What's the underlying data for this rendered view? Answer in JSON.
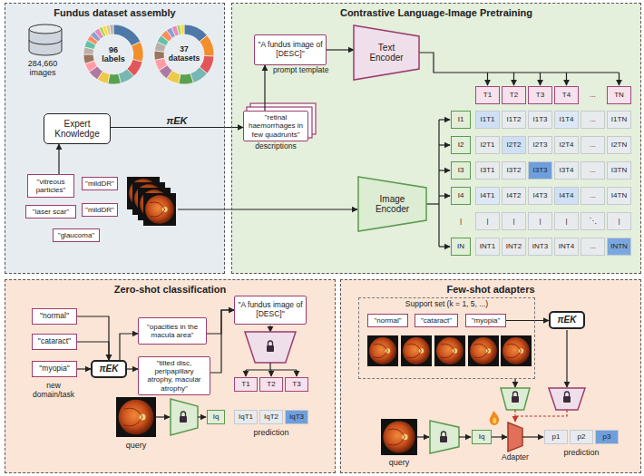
{
  "diagram": {
    "nodes": [
      {
        "text": [
          "Fundus dataset assembly"
        ]
      },
      {
        "text": [
          "Expert Knowledge"
        ],
        "in": 0
      },
      {
        "text": [
          "\"vitreous particles\""
        ],
        "in": 0
      },
      {
        "text": [
          "\"mildDR\""
        ],
        "in": 0
      },
      {
        "text": [
          "\"laser scar\""
        ],
        "in": 0
      },
      {
        "text": [
          "\"mildDR\""
        ],
        "in": 0
      },
      {
        "text": [
          "\"glaucoma\""
        ],
        "in": 0
      },
      {
        "text": [
          "Contrastive Language-Image Pretraining"
        ]
      },
      {
        "text": [
          "\"A fundus image of [DESC]\"",
          "prompt template"
        ],
        "in": 7
      },
      {
        "text": [
          "\"retinal haemorrhages in few quadrunts\"",
          "descriptions"
        ],
        "in": 7
      },
      {
        "text": [
          "Text Encoder"
        ],
        "in": 7
      },
      {
        "text": [
          "Image Encoder"
        ],
        "in": 7
      },
      {
        "text": [
          "Zero-shot classification"
        ]
      },
      {
        "text": [
          "\"normal\""
        ],
        "in": 12
      },
      {
        "text": [
          "\"cataract\""
        ],
        "in": 12
      },
      {
        "text": [
          "\"myopia\""
        ],
        "in": 12
      },
      {
        "text": [
          "πEK"
        ],
        "in": 12
      },
      {
        "text": [
          "\"opacities in the macula area\""
        ],
        "in": 12
      },
      {
        "text": [
          "\"tilted disc, peripapillary atrophy, macular atrophy\""
        ],
        "in": 12
      },
      {
        "text": [
          "\"A fundus image of [DESC]\""
        ],
        "in": 12
      },
      {
        "text": [
          "Few-shot adapters"
        ]
      },
      {
        "text": [
          "Support set (k = 1, 5, ...)"
        ],
        "in": 20
      },
      {
        "text": [
          "\"normal\""
        ],
        "in": 21
      },
      {
        "text": [
          "\"cataract\""
        ],
        "in": 21
      },
      {
        "text": [
          "\"myopia\""
        ],
        "in": 21
      },
      {
        "text": [
          "πEK"
        ],
        "in": 20
      }
    ],
    "edges": [
      {
        "from": 2,
        "to": 1,
        "arrow": "to"
      },
      {
        "from": 1,
        "to": 9,
        "arrow": "to",
        "label": "πEK"
      },
      {
        "from": 9,
        "to": 8,
        "arrow": "to"
      },
      {
        "from": 8,
        "to": 10,
        "arrow": "to"
      },
      {
        "from": 13,
        "to": 16,
        "arrow": "to"
      },
      {
        "from": 14,
        "to": 16,
        "arrow": "to"
      },
      {
        "from": 15,
        "to": 16,
        "arrow": "to"
      },
      {
        "from": 16,
        "to": 17,
        "arrow": "to"
      },
      {
        "from": 16,
        "to": 18,
        "arrow": "to"
      },
      {
        "from": 17,
        "to": 19,
        "arrow": "to"
      },
      {
        "from": 18,
        "to": 19,
        "arrow": "to"
      },
      {
        "from": 24,
        "to": 25,
        "arrow": "to"
      }
    ],
    "labels": [
      "284,660 images",
      "96 labels",
      "37 datasets",
      "T1",
      "T2",
      "T3",
      "T4",
      "...",
      "TN",
      "I1",
      "I1T1",
      "I1T2",
      "I1T3",
      "I1T4",
      "...",
      "I1TN",
      "I2",
      "I2T1",
      "I2T2",
      "I2T3",
      "I2T4",
      "...",
      "I2TN",
      "I3",
      "I3T1",
      "I3T2",
      "I3T3",
      "I3T4",
      "...",
      "I3TN",
      "I4",
      "I4T1",
      "I4T2",
      "I4T3",
      "I4T4",
      "...",
      "I4TN",
      "|",
      "|",
      "|",
      "|",
      "|",
      "⋱",
      "|",
      "IN",
      "INT1",
      "INT2",
      "INT3",
      "INT4",
      "...",
      "INTN",
      "new domain/task",
      "T1",
      "T2",
      "T3",
      "Iq",
      "IqT1",
      "IqT2",
      "IqT3",
      "query",
      "prediction",
      "Iq",
      "Adapter",
      "p1",
      "p2",
      "p3",
      "query",
      "prediction"
    ]
  }
}
